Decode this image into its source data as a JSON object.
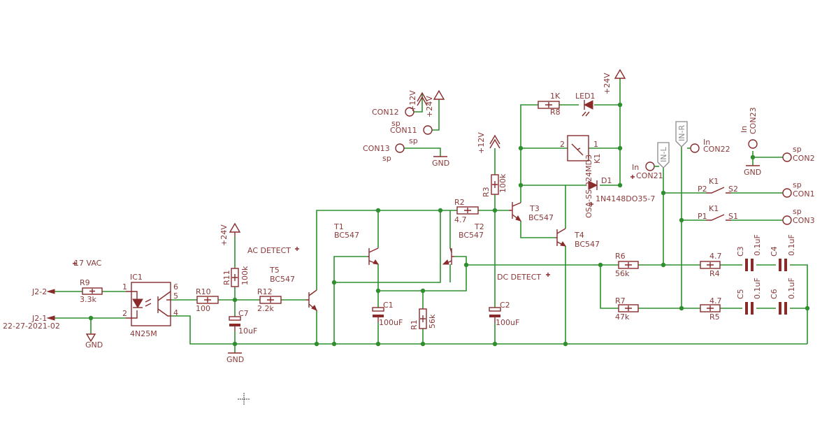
{
  "schematic": {
    "texts": {
      "vac": "17 VAC",
      "j22": "J2-2",
      "j21": "J2-1",
      "date": "22-27-2021-02",
      "gnd1": "GND",
      "ic1": "IC1",
      "ic1v": "4N25M",
      "pin1": "1",
      "pin2": "2",
      "pin4": "4",
      "pin5": "5",
      "pin6": "6",
      "r9": "R9",
      "r9v": "3.3k",
      "r10": "R10",
      "r10v": "100",
      "r11": "R11",
      "r11v": "100k",
      "c7": "C7",
      "c7v": "10uF",
      "gnd2": "GND",
      "p24a": "+24V",
      "acdet": "AC DETECT",
      "r12": "R12",
      "r12v": "2.2k",
      "t5": "T5",
      "t5v": "BC547",
      "t1": "T1",
      "t1v": "BC547",
      "t2": "T2",
      "t2v": "BC547",
      "c1": "C1",
      "c1v": "100uF",
      "r1": "R1",
      "r1v": "56k",
      "r2": "R2",
      "r2v": "4.7",
      "r3": "R3",
      "r3v": "100k",
      "p12a": "+12V",
      "c2": "C2",
      "c2v": "100uF",
      "dcdet": "DC DETECT",
      "t3": "T3",
      "t3v": "BC547",
      "t4": "T4",
      "t4v": "BC547",
      "r8": "R8",
      "r8v": "1K",
      "led1": "LED1",
      "p24b": "+24V",
      "k1": "K1",
      "k1v": "OSA-SS-224MD3",
      "k1p1": "1",
      "k1p2": "2",
      "d1": "D1",
      "d1v": "1N4148DO35-7",
      "con12": "CON12",
      "sp12": "sp",
      "p12b": "+12V",
      "p24c": "+24V",
      "con11": "CON11",
      "sp11": "sp",
      "con13": "CON13",
      "sp13": "sp",
      "gnd3": "GND",
      "inl": "IN-L",
      "inr": "IN-R",
      "in21": "In",
      "con21": "CON21",
      "in22": "In",
      "con22": "CON22",
      "in23": "In",
      "con23": "CON23",
      "gnd4": "GND",
      "sp2": "sp",
      "con2": "CON2",
      "k1a": "K1",
      "p2": "P2",
      "s2": "S2",
      "sp1": "sp",
      "con1": "CON1",
      "k1b": "K1",
      "p1": "P1",
      "s1": "S1",
      "sp3": "sp",
      "con3": "CON3",
      "r6": "R6",
      "r6v": "56k",
      "r4v": "4.7",
      "r4": "R4",
      "c3": "C3",
      "c3v": "0.1uF",
      "c4": "C4",
      "c4v": "0.1uF",
      "r7": "R7",
      "r7v": "47k",
      "r5v": "4.7",
      "r5": "R5",
      "c5": "C5",
      "c5v": "0.1uF",
      "c6": "C6",
      "c6v": "0.1uF"
    }
  }
}
